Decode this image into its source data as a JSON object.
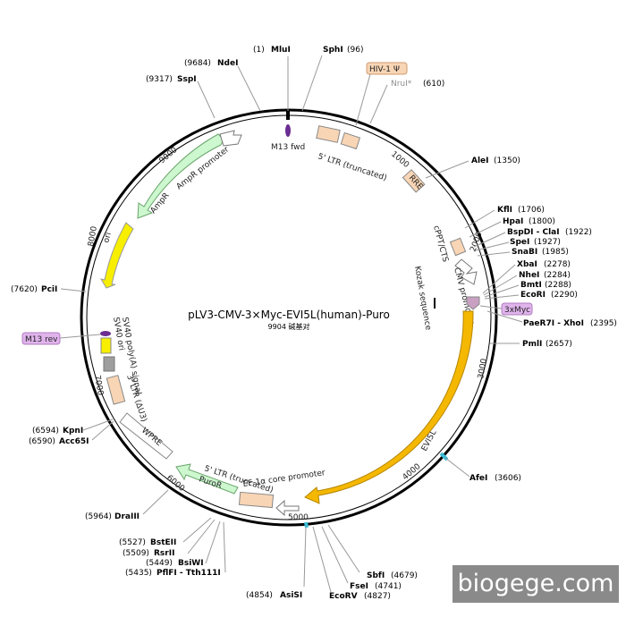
{
  "plasmid": {
    "name": "pLV3-CMV-3×Myc-EVI5L(human)-Puro",
    "size": "9904 碱基对"
  },
  "sites": {
    "mlui": {
      "name": "MluI",
      "pos": "(1)"
    },
    "sphi": {
      "name": "SphI",
      "pos": "(96)"
    },
    "ndei": {
      "name": "NdeI",
      "pos": "(9684)"
    },
    "sspi": {
      "name": "SspI",
      "pos": "(9317)"
    },
    "nrui": {
      "name": "NruI*",
      "pos": "(610)"
    },
    "alei": {
      "name": "AleI",
      "pos": "(1350)"
    },
    "kfli": {
      "name": "KflI",
      "pos": "(1706)"
    },
    "hpai": {
      "name": "HpaI",
      "pos": "(1800)"
    },
    "bspdi": {
      "name": "BspDI - ClaI",
      "pos": "(1922)"
    },
    "spei": {
      "name": "SpeI",
      "pos": "(1927)"
    },
    "snabi": {
      "name": "SnaBI",
      "pos": "(1985)"
    },
    "xbai": {
      "name": "XbaI",
      "pos": "(2278)"
    },
    "nhei": {
      "name": "NheI",
      "pos": "(2284)"
    },
    "bmti": {
      "name": "BmtI",
      "pos": "(2288)"
    },
    "ecori": {
      "name": "EcoRI",
      "pos": "(2290)"
    },
    "paer7i": {
      "name": "PaeR7I - XhoI",
      "pos": "(2395)"
    },
    "pmli": {
      "name": "PmlI",
      "pos": "(2657)"
    },
    "afei": {
      "name": "AfeI",
      "pos": "(3606)"
    },
    "sbfi": {
      "name": "SbfI",
      "pos": "(4679)"
    },
    "fsei": {
      "name": "FseI",
      "pos": "(4741)"
    },
    "ecorv": {
      "name": "EcoRV",
      "pos": "(4827)"
    },
    "asisi": {
      "name": "AsiSI",
      "pos": "(4854)"
    },
    "bsteii": {
      "name": "BstEII",
      "pos": "(5527)"
    },
    "rsrii": {
      "name": "RsrII",
      "pos": "(5509)"
    },
    "bsiwi": {
      "name": "BsiWI",
      "pos": "(5449)"
    },
    "pflfi": {
      "name": "PflFI - Tth111I",
      "pos": "(5435)"
    },
    "draiii": {
      "name": "DraIII",
      "pos": "(5964)"
    },
    "kpni": {
      "name": "KpnI",
      "pos": "(6594)"
    },
    "acc65i": {
      "name": "Acc65I",
      "pos": "(6590)"
    },
    "pcii": {
      "name": "PciI",
      "pos": "(7620)"
    }
  },
  "features": {
    "hiv": "HIV-1 Ψ",
    "m13fwd": "M13 fwd",
    "ltr5": "5' LTR (truncated)",
    "rre": "RRE",
    "cppt": "cPPT/CTS",
    "cmv": "CMV promoter",
    "kozak": "Kozak sequence",
    "myc": "3xMyc",
    "evi5l": "EVI5L",
    "ef1a": "EF-1α core promoter",
    "ltr5b": "5' LTR (truncated)",
    "puror": "PuroR",
    "wpre": "WPRE",
    "ltr3": "3' LTR (ΔU3)",
    "sv40polya": "SV40 poly(A) signal",
    "sv40ori": "SV40 ori",
    "m13rev": "M13 rev",
    "ori": "ori",
    "ampr": "AmpR",
    "amprprom": "AmpR promoter"
  },
  "ticks": {
    "t1000": "1000",
    "t2000": "2000",
    "t3000": "3000",
    "t4000": "4000",
    "t5000": "5000",
    "t6000": "6000",
    "t7000": "7000",
    "t8000": "8000",
    "t9000": "9000"
  },
  "watermark": "biogege.com",
  "colors": {
    "ltr": "#f8d5b5",
    "insert": "#f5b800",
    "ori": "#f7ee00",
    "ampr": "#cdf7cf",
    "myc": "#c9a0c2",
    "mlabel": "#e0b3ec",
    "cut": "#3bbcd6"
  }
}
